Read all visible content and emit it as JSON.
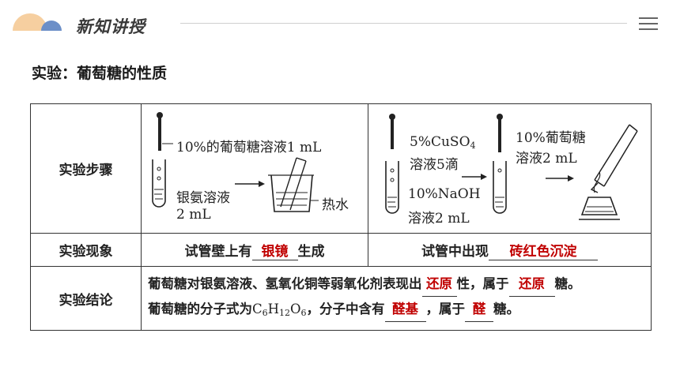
{
  "header": {
    "title": "新知讲授"
  },
  "section": {
    "title": "实验：葡萄糖的性质"
  },
  "table": {
    "rows": [
      {
        "label": "实验步骤"
      },
      {
        "label": "实验现象"
      },
      {
        "label": "实验结论"
      }
    ],
    "steps": {
      "left": {
        "reagent": "10%的葡萄糖溶液1 mL",
        "silver_1": "银氨溶液",
        "silver_2": "2 mL",
        "water": "热水"
      },
      "right": {
        "cuso4_1": "5%CuSO",
        "cuso4_sub": "4",
        "cuso4_2": "溶液5滴",
        "naoh_1": "10%NaOH",
        "naoh_2": "溶液2 mL",
        "glucose_1": "10%葡萄糖",
        "glucose_2": "溶液2 mL"
      }
    },
    "phenomena": {
      "left": {
        "pre": "试管壁上有",
        "answer": "银镜",
        "post": "生成"
      },
      "right": {
        "pre": "试管中出现",
        "answer": "砖红色沉淀"
      }
    },
    "conclusion": {
      "line1": {
        "pre": "葡萄糖对银氨溶液、氢氧化铜等弱氧化剂表现出",
        "ans1": "还原",
        "mid": "性，属于",
        "ans2": "还原",
        "post": "糖。"
      },
      "line2": {
        "pre": "葡萄糖的分子式为",
        "formula_c": "C",
        "sub_c": "6",
        "formula_h": "H",
        "sub_h": "12",
        "formula_o": "O",
        "sub_o": "6",
        "mid": "，分子中含有",
        "ans1": "醛基",
        "mid2": "，属于",
        "ans2": "醛",
        "post": "糖。"
      }
    }
  },
  "colors": {
    "answer": "#c00000",
    "border": "#333333"
  },
  "icons": {
    "logo": "sun-cloud-logo-icon",
    "menu": "hamburger-menu-icon"
  }
}
